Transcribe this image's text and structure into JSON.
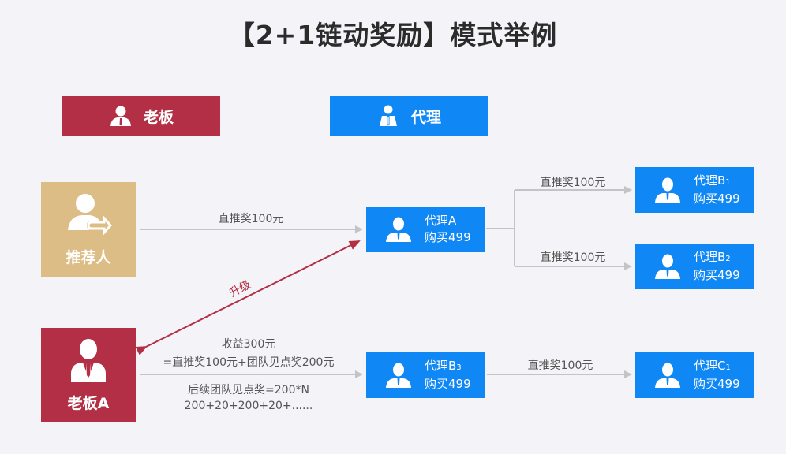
{
  "title": "【2+1链动奖励】模式举例",
  "legend": {
    "boss": {
      "label": "老板",
      "color": "#b22f45",
      "icon": "boss-user-icon"
    },
    "agent": {
      "label": "代理",
      "color": "#0f87f5",
      "icon": "agent-user-icon"
    }
  },
  "nodes": {
    "recommender": {
      "label": "推荐人",
      "color": "#dcbd85",
      "icon": "user-arrow-icon"
    },
    "boss_a": {
      "label": "老板A",
      "color": "#b22f45",
      "icon": "boss-user-icon"
    },
    "agent_a": {
      "name": "代理A",
      "sub": "",
      "purchase": "购买499"
    },
    "agent_b1": {
      "name": "代理B",
      "sub": "1",
      "purchase": "购买499"
    },
    "agent_b2": {
      "name": "代理B",
      "sub": "2",
      "purchase": "购买499"
    },
    "agent_b3": {
      "name": "代理B",
      "sub": "3",
      "purchase": "购买499"
    },
    "agent_c1": {
      "name": "代理C",
      "sub": "1",
      "purchase": "购买499"
    }
  },
  "edges": {
    "recommender_to_a": "直推奖100元",
    "a_to_b1": "直推奖100元",
    "a_to_b2": "直推奖100元",
    "upgrade": "升级",
    "boss_income_line1": "收益300元",
    "boss_income_line2": "=直推奖100元+团队见点奖200元",
    "boss_future_line1": "后续团队见点奖=200*N",
    "boss_future_line2": "200+20+200+20+......",
    "b3_to_c1": "直推奖100元"
  },
  "colors": {
    "background": "#f4f4f8",
    "line": "#c4c4c8",
    "upgrade_arrow": "#b22f45",
    "agent_blue": "#0f87f5"
  }
}
